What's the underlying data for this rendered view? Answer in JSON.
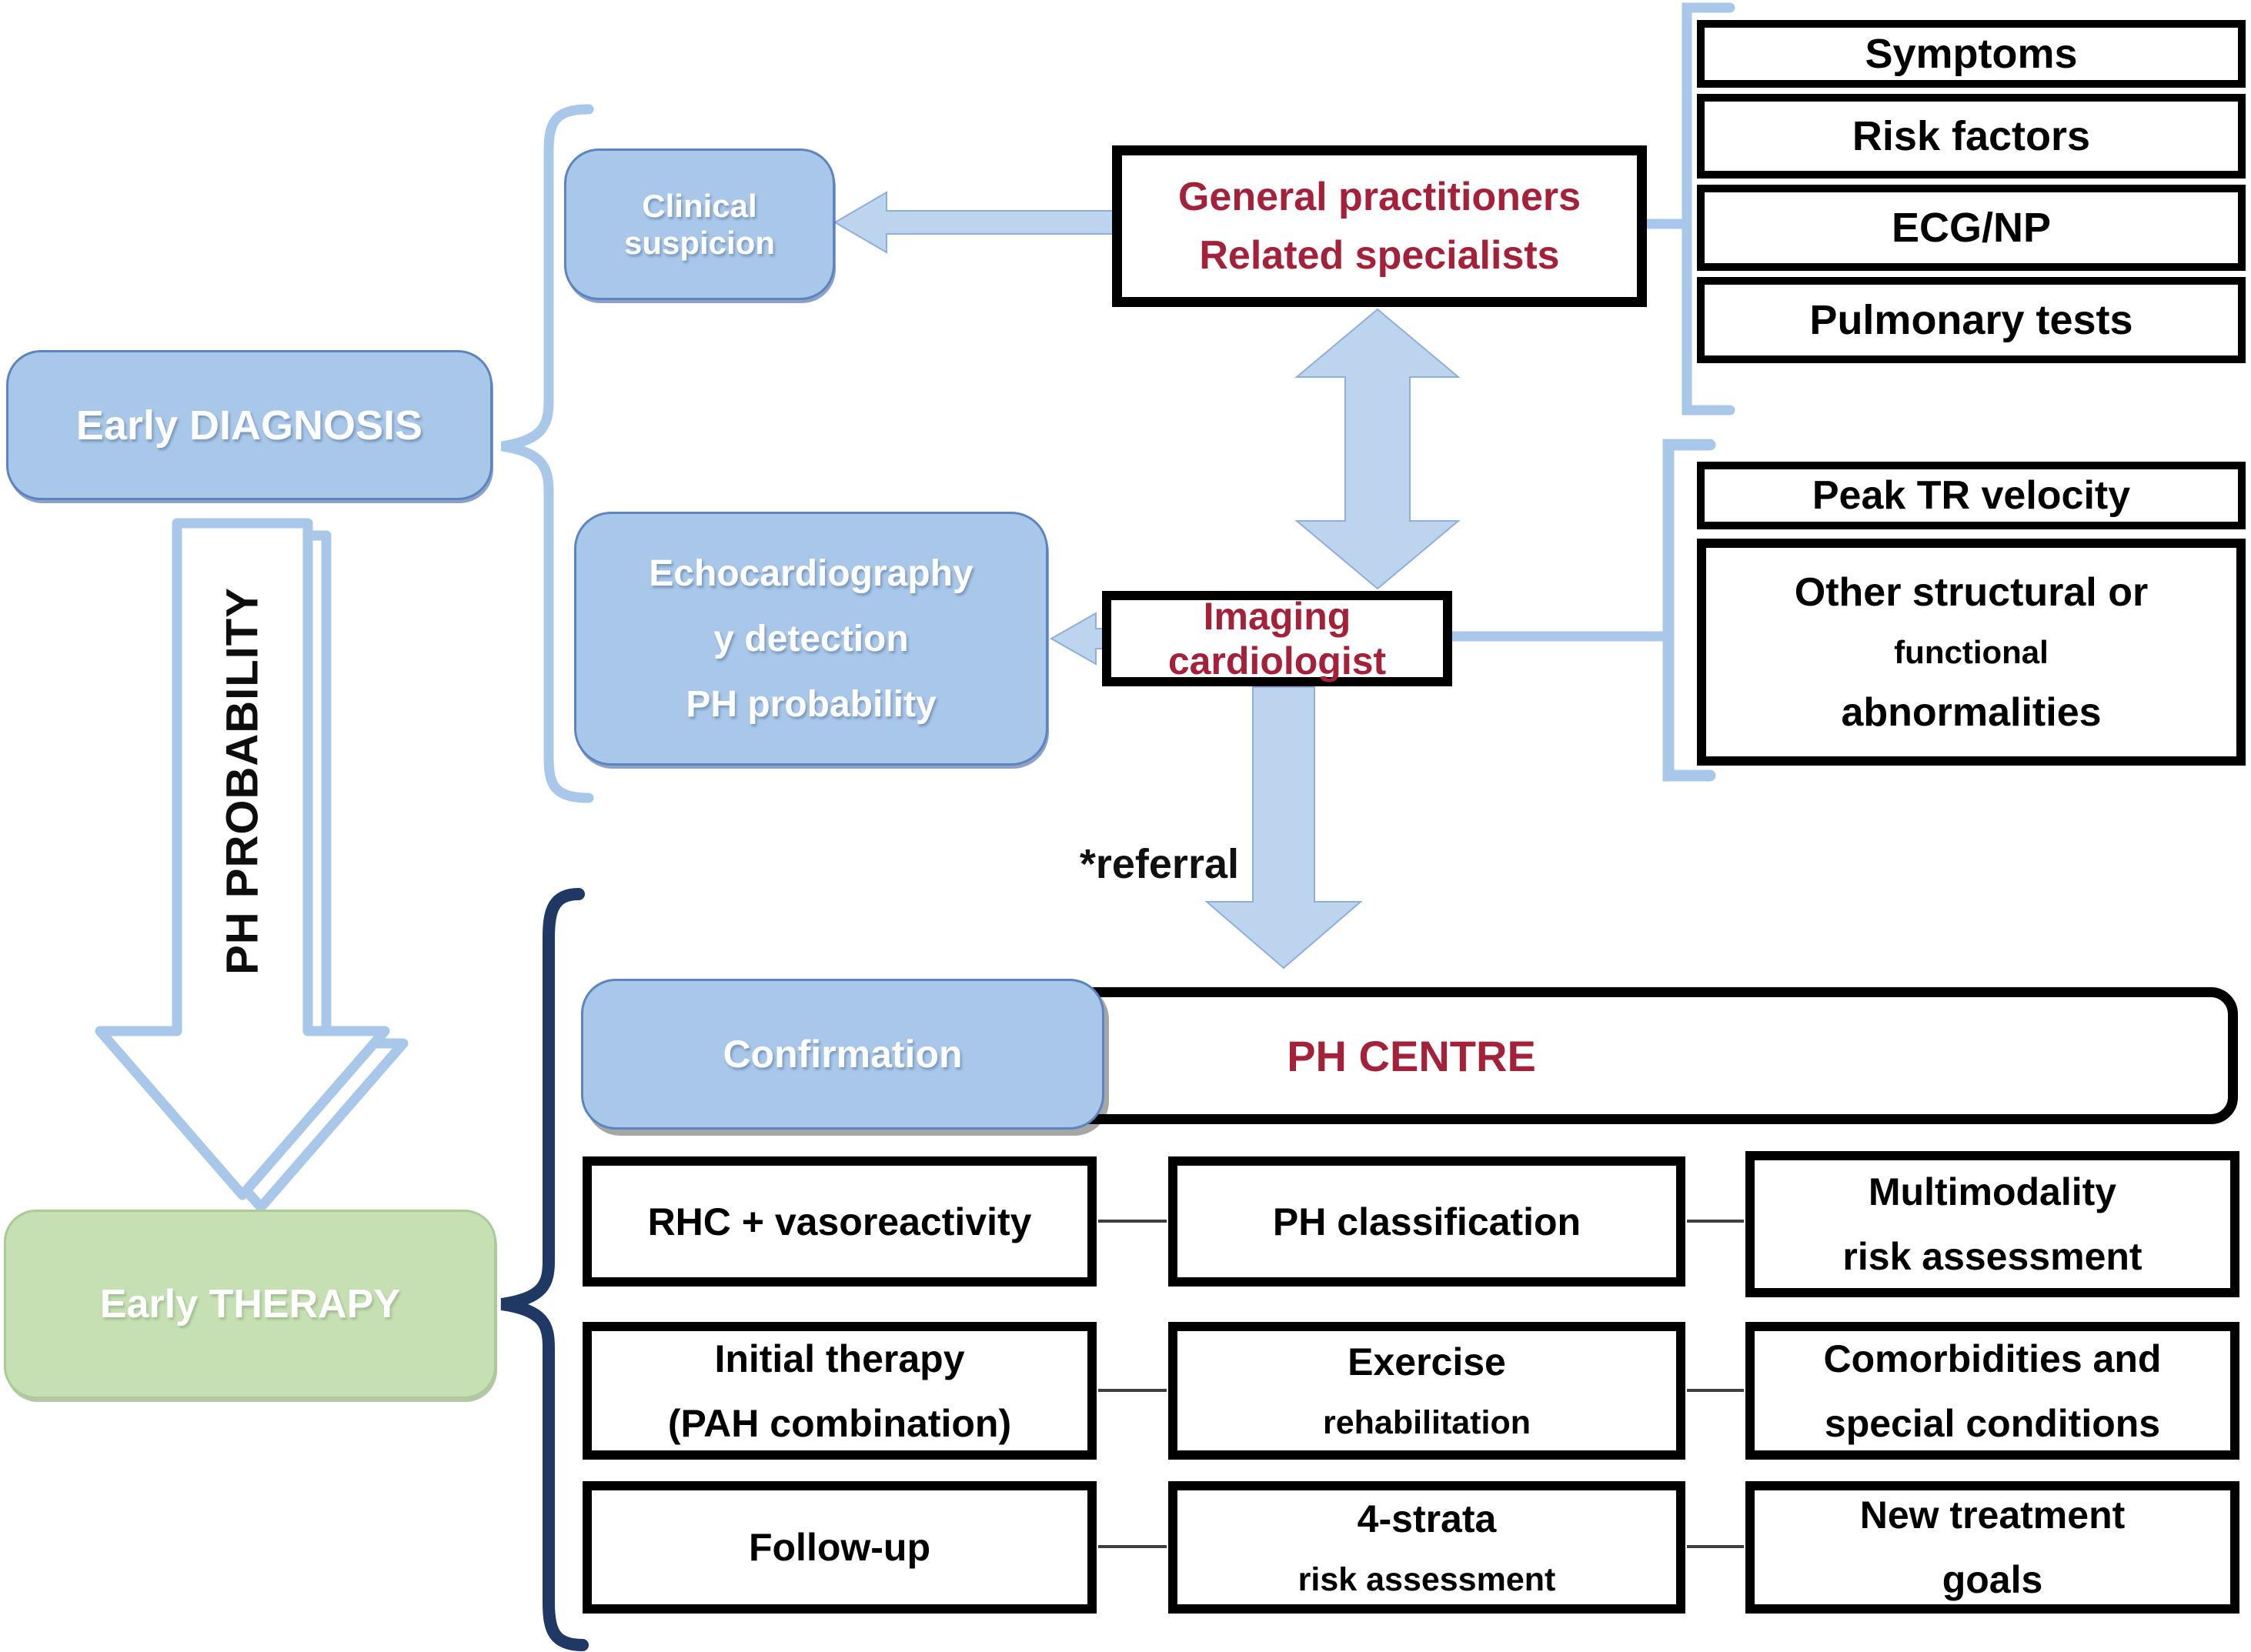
{
  "colors": {
    "box_blue": "#A9C7E8",
    "arrow_blue": "#BCD4EE",
    "dark_red": "#A32139",
    "navy_brace": "#1F3864",
    "green": "#C6E0B4",
    "black": "#000000"
  },
  "left_column": {
    "early_diagnosis": "Early DIAGNOSIS",
    "ph_probability_arrow_label": "PH PROBABILITY",
    "early_therapy": "Early THERAPY"
  },
  "suspicion_row": {
    "clinical_suspicion": "Clinical suspicion",
    "general_practitioners_line1": "General practitioners",
    "general_practitioners_line2": "Related specialists",
    "checklist": [
      "Symptoms",
      "Risk factors",
      "ECG/NP",
      "Pulmonary tests"
    ]
  },
  "echo_row": {
    "echocardiography_lines": [
      "Echocardiography",
      "y detection",
      "PH probability"
    ],
    "imaging_cardiologist": "Imaging cardiologist",
    "peak_tr_velocity": "Peak TR velocity",
    "other_structural_lines": [
      "Other structural or",
      "functional",
      "abnormalities"
    ]
  },
  "referral_label": "*referral",
  "ph_centre": {
    "confirmation": "Confirmation",
    "title": "PH CENTRE",
    "grid": [
      {
        "col1": [
          "RHC + vasoreactivity"
        ],
        "col2": [
          "PH classification"
        ],
        "col3": [
          "Multimodality",
          "risk assessment"
        ]
      },
      {
        "col1": [
          "Initial therapy",
          "(PAH combination)"
        ],
        "col2": [
          "Exercise",
          "rehabilitation"
        ],
        "col3": [
          "Comorbidities and",
          "special conditions"
        ]
      },
      {
        "col1": [
          "Follow-up"
        ],
        "col2": [
          "4-strata",
          "risk assessment"
        ],
        "col3": [
          "New treatment",
          "goals"
        ]
      }
    ]
  }
}
